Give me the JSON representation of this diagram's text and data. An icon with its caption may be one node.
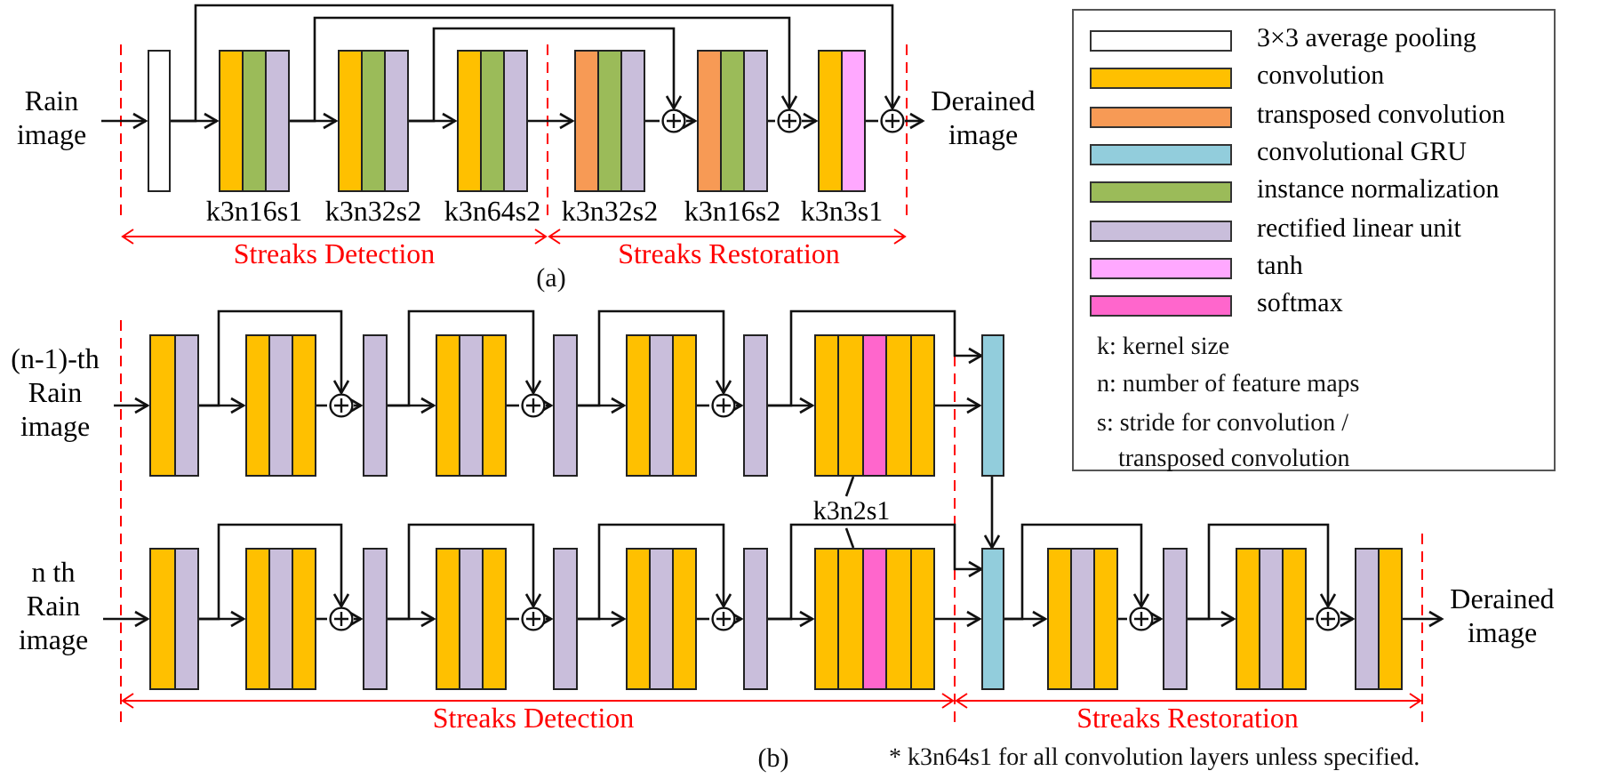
{
  "diagram": {
    "nodes": [
      {
        "text": [
          "Rain image"
        ]
      },
      {
        "text": [],
        "shape": "bar"
      },
      {
        "text": [],
        "shape": "box",
        "beside": [
          "k3n16s1"
        ]
      },
      {
        "text": [],
        "shape": "box",
        "beside": [
          "k3n32s2"
        ]
      },
      {
        "text": [],
        "shape": "box",
        "beside": [
          "k3n64s2"
        ]
      },
      {
        "text": [],
        "shape": "box",
        "beside": [
          "k3n32s2"
        ]
      },
      {
        "text": [],
        "shape": "circle"
      },
      {
        "text": [],
        "shape": "box",
        "beside": [
          "k3n16s2"
        ]
      },
      {
        "text": [],
        "shape": "circle"
      },
      {
        "text": [],
        "shape": "box",
        "beside": [
          "k3n3s1"
        ]
      },
      {
        "text": [],
        "shape": "circle"
      },
      {
        "text": [
          "Derained image"
        ]
      },
      {
        "text": [
          "(n-1)-th Rain image"
        ]
      },
      {
        "text": [],
        "shape": "box"
      },
      {
        "text": [],
        "shape": "box"
      },
      {
        "text": [],
        "shape": "circle"
      },
      {
        "text": [],
        "shape": "bar"
      },
      {
        "text": [],
        "shape": "box"
      },
      {
        "text": [],
        "shape": "circle"
      },
      {
        "text": [],
        "shape": "bar"
      },
      {
        "text": [],
        "shape": "box"
      },
      {
        "text": [],
        "shape": "circle"
      },
      {
        "text": [],
        "shape": "bar"
      },
      {
        "text": [],
        "shape": "box"
      },
      {
        "text": [],
        "shape": "bar"
      },
      {
        "text": [
          "k3n2s1"
        ]
      },
      {
        "text": [
          "n th Rain image"
        ]
      },
      {
        "text": [],
        "shape": "box"
      },
      {
        "text": [],
        "shape": "box"
      },
      {
        "text": [],
        "shape": "circle"
      },
      {
        "text": [],
        "shape": "bar"
      },
      {
        "text": [],
        "shape": "box"
      },
      {
        "text": [],
        "shape": "circle"
      },
      {
        "text": [],
        "shape": "bar"
      },
      {
        "text": [],
        "shape": "box"
      },
      {
        "text": [],
        "shape": "circle"
      },
      {
        "text": [],
        "shape": "bar"
      },
      {
        "text": [],
        "shape": "box"
      },
      {
        "text": [],
        "shape": "bar"
      },
      {
        "text": [],
        "shape": "box"
      },
      {
        "text": [],
        "shape": "circle"
      },
      {
        "text": [],
        "shape": "bar"
      },
      {
        "text": [],
        "shape": "box"
      },
      {
        "text": [],
        "shape": "circle"
      },
      {
        "text": [],
        "shape": "box"
      },
      {
        "text": [
          "Derained image"
        ]
      }
    ],
    "edges": [
      {
        "from": 0,
        "to": 1,
        "arrow": "to"
      },
      {
        "from": 1,
        "to": 2,
        "arrow": "to"
      },
      {
        "from": 2,
        "to": 3,
        "arrow": "to"
      },
      {
        "from": 3,
        "to": 4,
        "arrow": "to"
      },
      {
        "from": 4,
        "to": 5,
        "arrow": "to"
      },
      {
        "from": 5,
        "to": 6,
        "arrow": "none"
      },
      {
        "from": 6,
        "to": 7,
        "arrow": "to"
      },
      {
        "from": 7,
        "to": 8,
        "arrow": "none"
      },
      {
        "from": 8,
        "to": 9,
        "arrow": "to"
      },
      {
        "from": 9,
        "to": 10,
        "arrow": "none"
      },
      {
        "from": 10,
        "to": 11,
        "arrow": "to"
      },
      {
        "from": 1,
        "to": 10,
        "arrow": "to"
      },
      {
        "from": 2,
        "to": 8,
        "arrow": "to"
      },
      {
        "from": 3,
        "to": 6,
        "arrow": "to"
      },
      {
        "from": 12,
        "to": 13,
        "arrow": "to"
      },
      {
        "from": 13,
        "to": 14,
        "arrow": "to"
      },
      {
        "from": 14,
        "to": 15,
        "arrow": "none"
      },
      {
        "from": 15,
        "to": 16,
        "arrow": "to"
      },
      {
        "from": 16,
        "to": 17,
        "arrow": "to"
      },
      {
        "from": 17,
        "to": 18,
        "arrow": "none"
      },
      {
        "from": 18,
        "to": 19,
        "arrow": "to"
      },
      {
        "from": 19,
        "to": 20,
        "arrow": "to"
      },
      {
        "from": 20,
        "to": 21,
        "arrow": "none"
      },
      {
        "from": 21,
        "to": 22,
        "arrow": "to"
      },
      {
        "from": 22,
        "to": 23,
        "arrow": "to"
      },
      {
        "from": 23,
        "to": 24,
        "arrow": "to"
      },
      {
        "from": 13,
        "to": 15,
        "arrow": "to"
      },
      {
        "from": 16,
        "to": 18,
        "arrow": "to"
      },
      {
        "from": 19,
        "to": 21,
        "arrow": "to"
      },
      {
        "from": 22,
        "to": 24,
        "arrow": "to"
      },
      {
        "from": 24,
        "to": 38,
        "arrow": "to"
      },
      {
        "from": 25,
        "to": 23,
        "arrow": "none"
      },
      {
        "from": 25,
        "to": 37,
        "arrow": "none"
      },
      {
        "from": 26,
        "to": 27,
        "arrow": "to"
      },
      {
        "from": 27,
        "to": 28,
        "arrow": "to"
      },
      {
        "from": 28,
        "to": 29,
        "arrow": "none"
      },
      {
        "from": 29,
        "to": 30,
        "arrow": "to"
      },
      {
        "from": 30,
        "to": 31,
        "arrow": "to"
      },
      {
        "from": 31,
        "to": 32,
        "arrow": "none"
      },
      {
        "from": 32,
        "to": 33,
        "arrow": "to"
      },
      {
        "from": 33,
        "to": 34,
        "arrow": "to"
      },
      {
        "from": 34,
        "to": 35,
        "arrow": "none"
      },
      {
        "from": 35,
        "to": 36,
        "arrow": "to"
      },
      {
        "from": 36,
        "to": 37,
        "arrow": "to"
      },
      {
        "from": 37,
        "to": 38,
        "arrow": "to"
      },
      {
        "from": 38,
        "to": 39,
        "arrow": "to"
      },
      {
        "from": 39,
        "to": 40,
        "arrow": "none"
      },
      {
        "from": 40,
        "to": 41,
        "arrow": "to"
      },
      {
        "from": 41,
        "to": 42,
        "arrow": "to"
      },
      {
        "from": 42,
        "to": 43,
        "arrow": "none"
      },
      {
        "from": 43,
        "to": 44,
        "arrow": "to"
      },
      {
        "from": 44,
        "to": 45,
        "arrow": "to"
      },
      {
        "from": 27,
        "to": 29,
        "arrow": "to"
      },
      {
        "from": 30,
        "to": 32,
        "arrow": "to"
      },
      {
        "from": 33,
        "to": 35,
        "arrow": "to"
      },
      {
        "from": 36,
        "to": 38,
        "arrow": "to"
      },
      {
        "from": 38,
        "to": 40,
        "arrow": "to"
      },
      {
        "from": 41,
        "to": 43,
        "arrow": "to"
      }
    ],
    "labels": [
      "Streaks Detection",
      "Streaks Restoration",
      "(a)",
      "k: kernel size",
      "n: number of feature maps",
      "s: stride for convolution / transposed convolution",
      "Streaks Detection",
      "Streaks Restoration",
      "(b)",
      "* k3n64s1 for all convolution layers unless specified."
    ],
    "legend": [
      {
        "text": "3×3 average pooling",
        "color": "#ffffff"
      },
      {
        "text": "convolution",
        "color": "#ffc000"
      },
      {
        "text": "transposed convolution",
        "color": "#f79a55"
      },
      {
        "text": "convolutional GRU",
        "color": "#92cddc"
      },
      {
        "text": "instance normalization",
        "color": "#9bbb59"
      },
      {
        "text": "rectified linear unit",
        "color": "#c9bedb"
      },
      {
        "text": "tanh",
        "color": "#ffa8ff"
      },
      {
        "text": "softmax",
        "color": "#ff66cc"
      }
    ]
  }
}
